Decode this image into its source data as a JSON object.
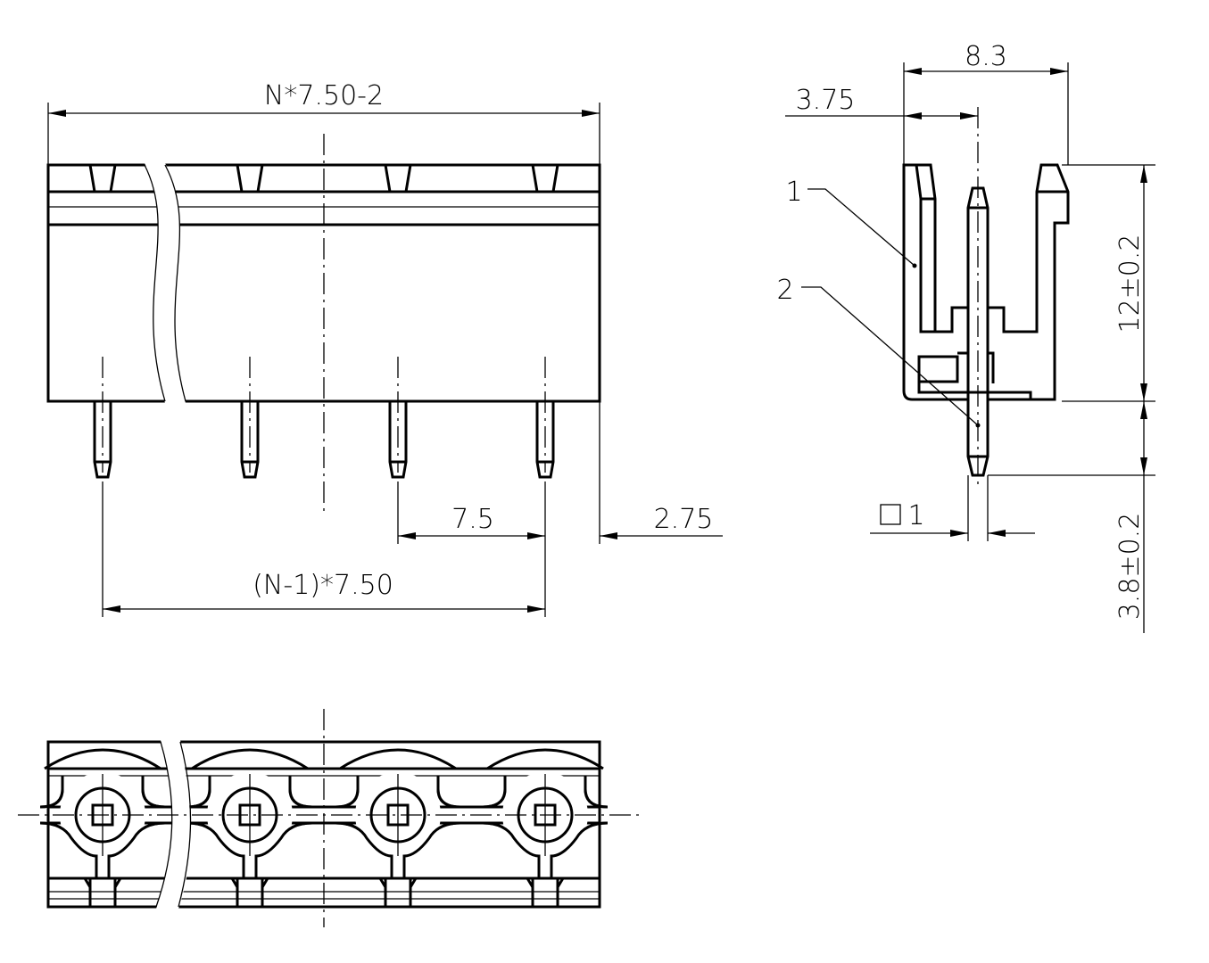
{
  "front_view": {
    "overall_length_label": "N*7.50-2",
    "pitch_span_label": "(N-1)*7.50",
    "pitch_label": "7.5",
    "edge_offset_label": "2.75"
  },
  "side_view": {
    "depth_label": "8.3",
    "pin_offset_label": "3.75",
    "height_label": "12±0.2",
    "pin_length_label": "3.8±0.2",
    "pin_square_label": "1",
    "callout_1": "1",
    "callout_2": "2"
  },
  "colors": {
    "line": "#000000",
    "background": "#ffffff"
  }
}
